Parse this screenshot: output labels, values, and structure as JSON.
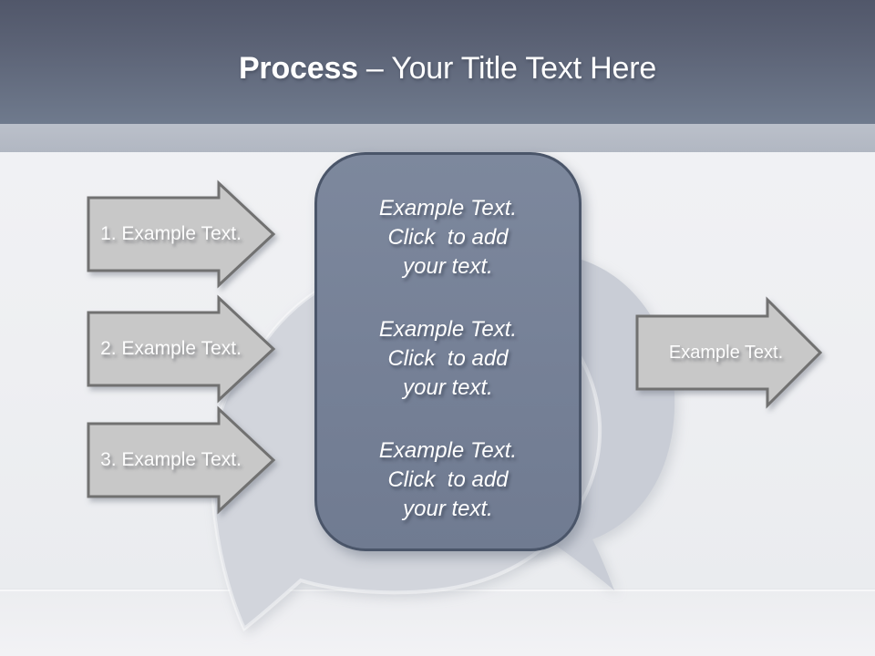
{
  "slide": {
    "header": {
      "title_bold": "Process",
      "title_rest": "– Your Title Text Here"
    },
    "left_arrows": [
      {
        "label": "1. Example Text."
      },
      {
        "label": "2. Example Text."
      },
      {
        "label": "3. Example Text."
      }
    ],
    "right_arrow": {
      "label": "Example Text."
    },
    "center_box": {
      "blocks": [
        "Example Text.\nClick  to add\nyour text.",
        "Example Text.\nClick  to add\nyour text.",
        "Example Text.\nClick  to add\nyour text."
      ]
    },
    "colors": {
      "header_gradient_top": "#51576a",
      "header_gradient_bottom": "#6f7a8d",
      "accent_band": "#b5bac5",
      "body_background": "#eff0f3",
      "speech_bubble_left": "#d2d5dc",
      "speech_bubble_right": "#c9cdd6",
      "arrow_fill": "#c8c8c8",
      "arrow_border": "#717171",
      "box_fill_top": "#7d889d",
      "box_fill_bottom": "#707b91",
      "box_border": "#4a5569",
      "text": "#ffffff"
    }
  }
}
